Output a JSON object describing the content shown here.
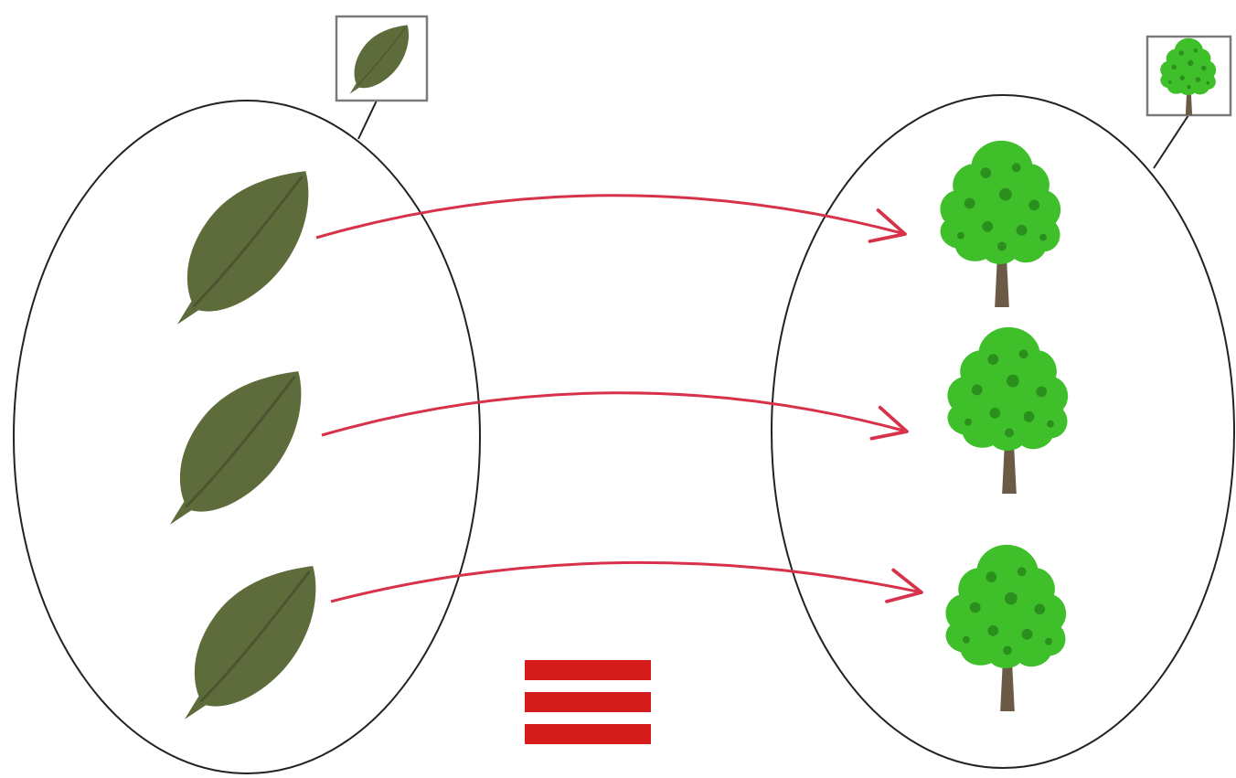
{
  "diagram": {
    "kind": "set-mapping",
    "domain_set": {
      "legend_icon": "leaf-icon",
      "element_icon": "leaf-icon",
      "element_count": 3
    },
    "codomain_set": {
      "legend_icon": "tree-icon",
      "element_icon": "tree-icon",
      "element_count": 3
    },
    "mappings": [
      {
        "from": 1,
        "to": 1
      },
      {
        "from": 2,
        "to": 2
      },
      {
        "from": 3,
        "to": 3
      }
    ],
    "relation_symbol": "identical-to-icon"
  },
  "colors": {
    "background": "#ffffff",
    "outline": "#222222",
    "leaf": "#5e6b3a",
    "leaf_dark": "#4b5630",
    "tree_foliage": "#3fbf2a",
    "tree_foliage_dark": "#2a8f1c",
    "tree_trunk": "#6b5a45",
    "arrow": "#d8324a",
    "equivalence_symbol": "#d41c1c",
    "legend_box": "#7a7a7a"
  }
}
